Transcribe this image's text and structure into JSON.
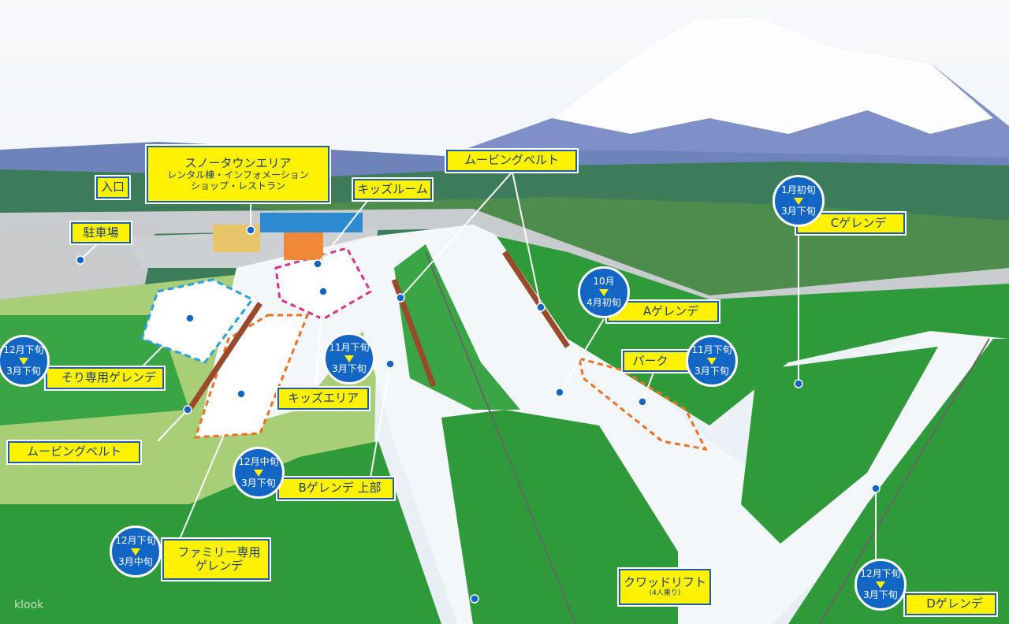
{
  "colors": {
    "label_bg": "#fff200",
    "label_border": "#1d5fa8",
    "badge": "#1466c4",
    "slope": "#f4f7fa",
    "forest": "#2f9a3a",
    "meadow": "#a8cf78"
  },
  "labels": {
    "entrance": "入口",
    "snowtown": {
      "title": "スノータウンエリア",
      "line1": "レンタル棟・インフォメーション",
      "line2": "ショップ・レストラン"
    },
    "kids_room": "キッズルーム",
    "moving_belt_top": "ムービングベルト",
    "parking": "駐車場",
    "kids_area": "キッズエリア",
    "moving_belt_bottom": "ムービングベルト",
    "quad_lift": {
      "title": "クワッドリフト",
      "sub": "(4人乗り)"
    }
  },
  "slopes": [
    {
      "id": "c",
      "name": "Cゲレンデ",
      "open": "1月初旬",
      "close": "3月下旬"
    },
    {
      "id": "a",
      "name": "Aゲレンデ",
      "open": "10月",
      "close": "4月初旬"
    },
    {
      "id": "park",
      "name": "パーク",
      "open": "11月下旬",
      "close": "3月下旬"
    },
    {
      "id": "sled",
      "name": "そり専用ゲレンデ",
      "open": "12月下旬",
      "close": "3月下旬"
    },
    {
      "id": "kids",
      "name": "",
      "open": "11月下旬",
      "close": "3月下旬"
    },
    {
      "id": "b",
      "name": "Bゲレンデ 上部",
      "open": "12月中旬",
      "close": "3月下旬"
    },
    {
      "id": "family",
      "name": "ファミリー専用 ゲレンデ",
      "name_line1": "ファミリー専用",
      "name_line2": "ゲレンデ",
      "open": "12月下旬",
      "close": "3月中旬"
    },
    {
      "id": "d",
      "name": "Dゲレンデ",
      "open": "12月下旬",
      "close": "3月下旬"
    }
  ],
  "watermark": "klook"
}
